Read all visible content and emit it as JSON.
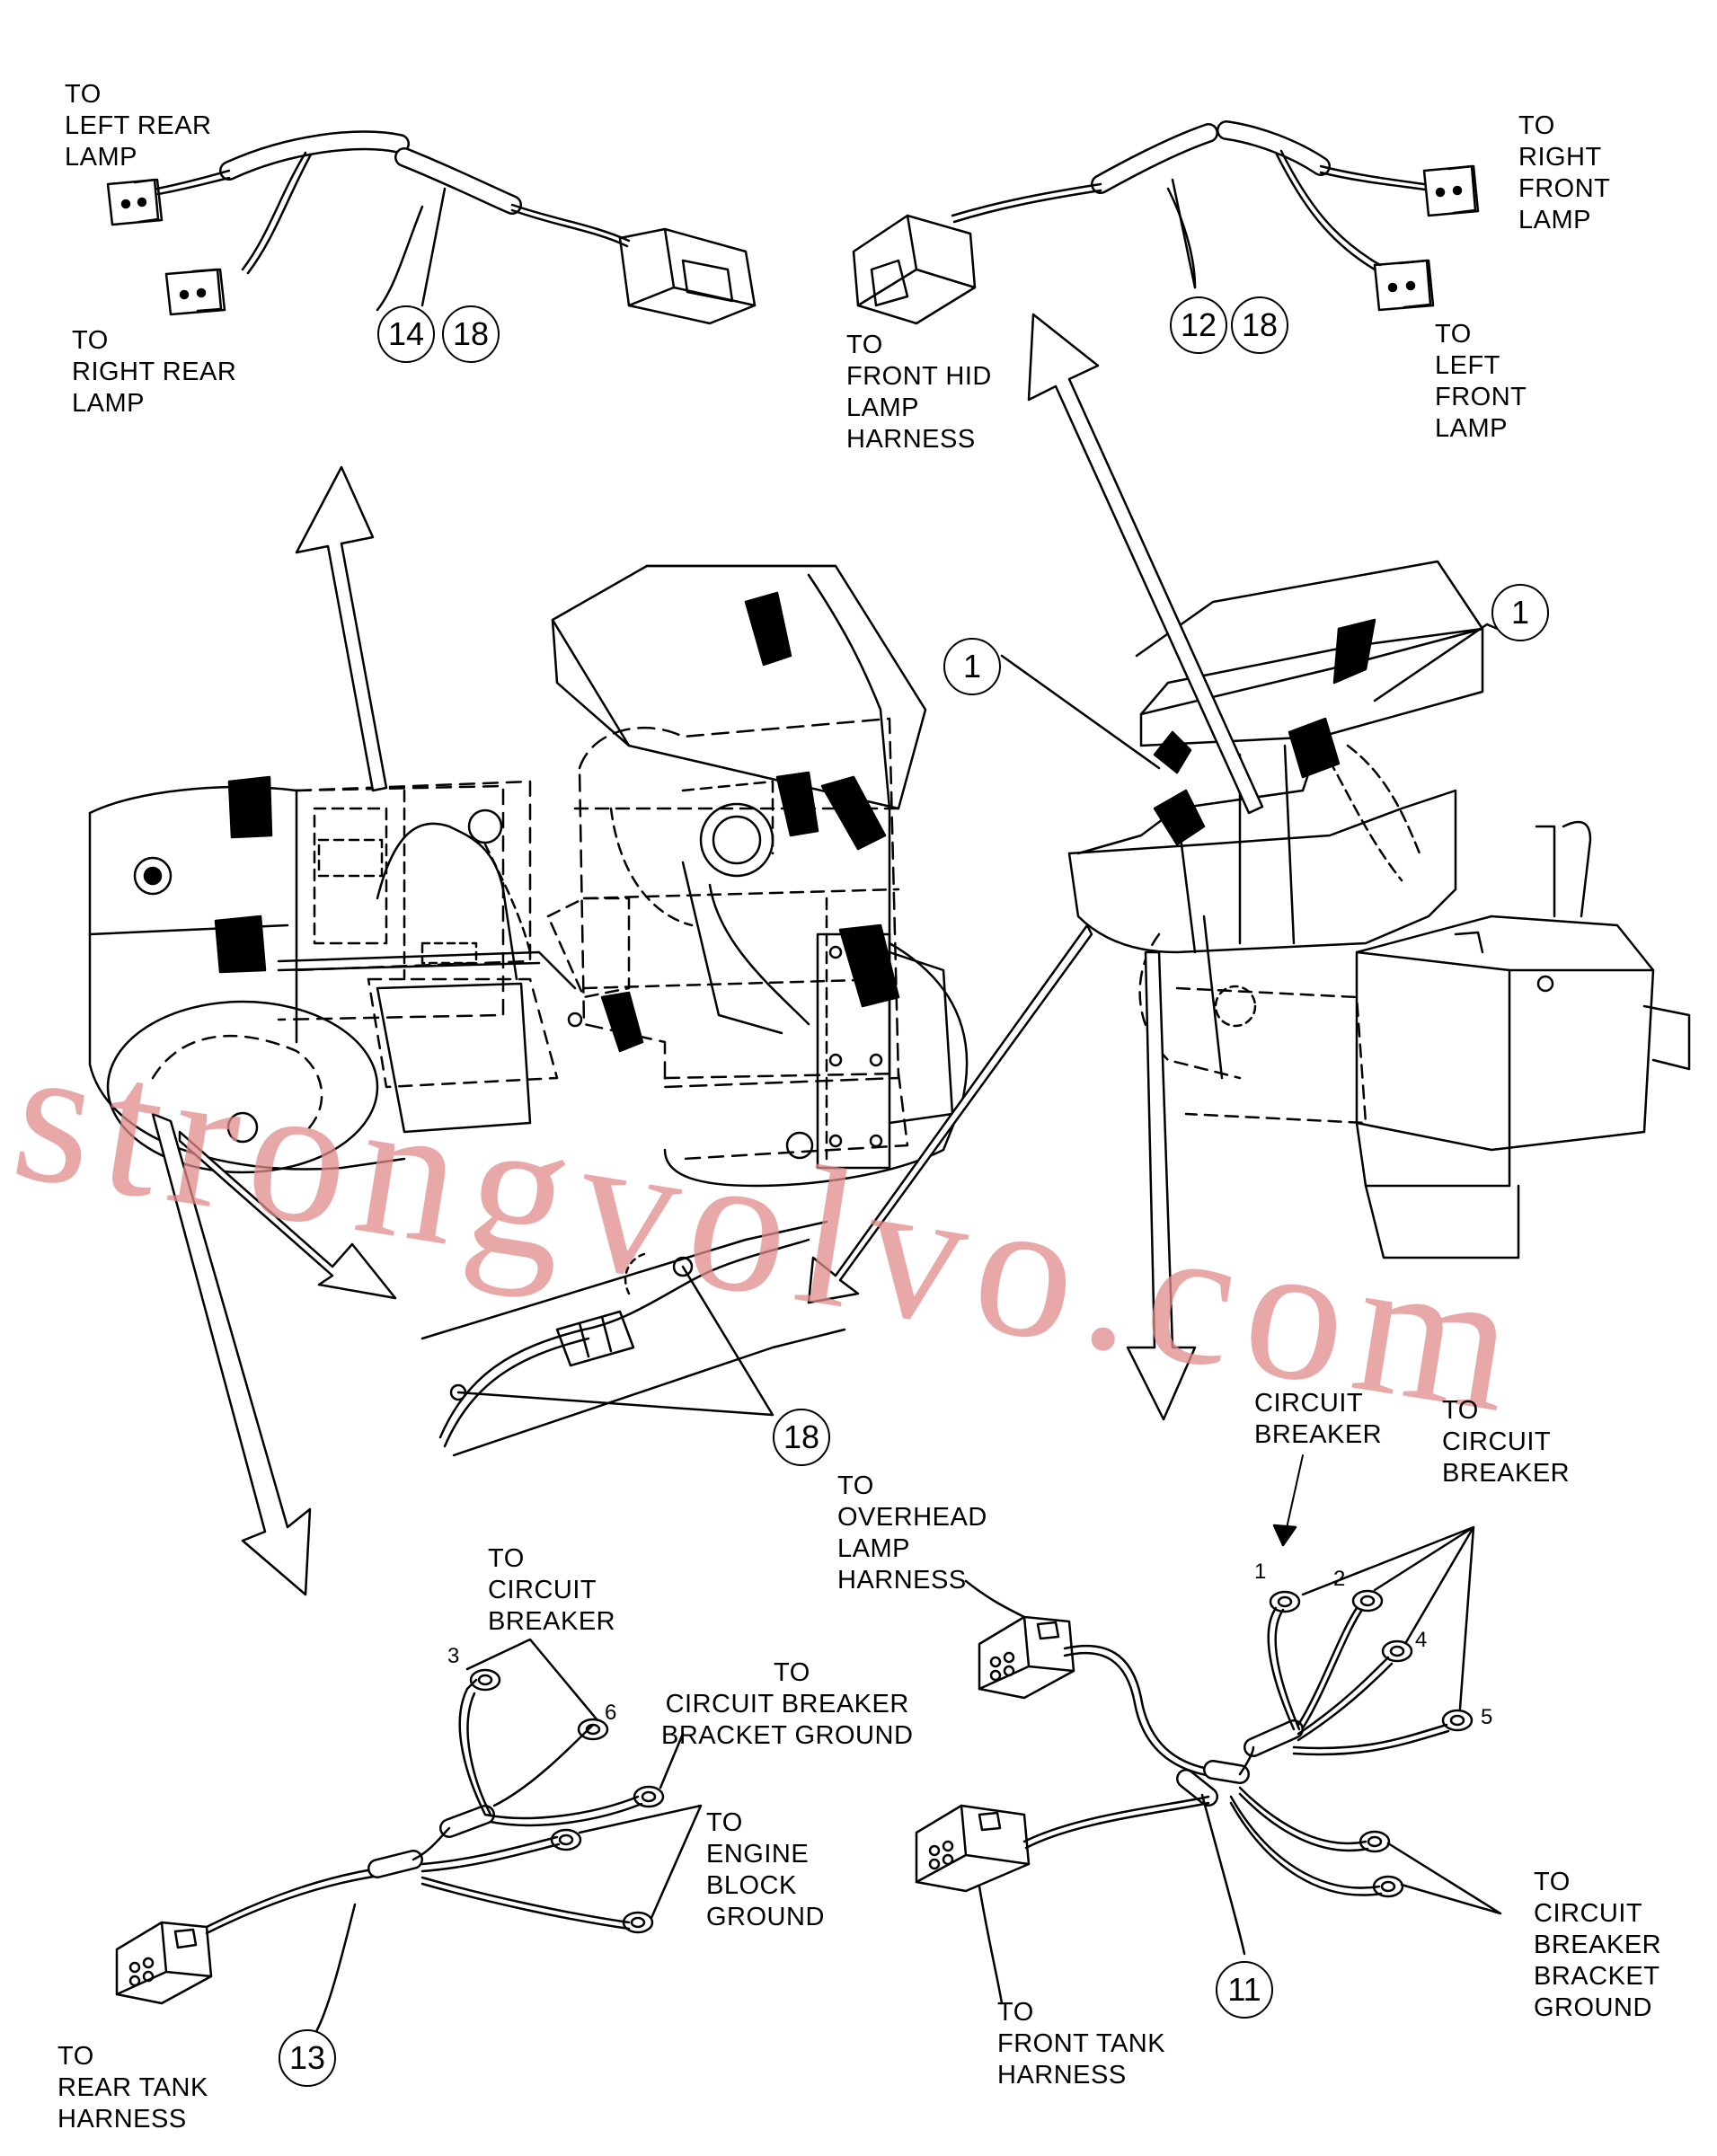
{
  "labels": {
    "left_rear": [
      "TO",
      "LEFT REAR",
      "LAMP"
    ],
    "right_rear": [
      "TO",
      "RIGHT REAR",
      "LAMP"
    ],
    "front_hid": [
      "TO",
      "FRONT HID",
      "LAMP",
      "HARNESS"
    ],
    "right_front": [
      "TO",
      "RIGHT",
      "FRONT",
      "LAMP"
    ],
    "left_front": [
      "TO",
      "LEFT",
      "FRONT",
      "LAMP"
    ],
    "cb_13": [
      "TO",
      "CIRCUIT",
      "BREAKER"
    ],
    "cb_bracket_13": [
      "TO",
      "CIRCUIT BREAKER",
      "BRACKET GROUND"
    ],
    "engine_block": [
      "TO",
      "ENGINE",
      "BLOCK",
      "GROUND"
    ],
    "rear_tank": [
      "TO",
      "REAR TANK",
      "HARNESS"
    ],
    "overhead": [
      "TO",
      "OVERHEAD",
      "LAMP",
      "HARNESS"
    ],
    "circuit_breaker": [
      "CIRCUIT",
      "BREAKER"
    ],
    "cb_11": [
      "TO",
      "CIRCUIT",
      "BREAKER"
    ],
    "cb_bracket_11": [
      "TO",
      "CIRCUIT",
      "BREAKER",
      "BRACKET",
      "GROUND"
    ],
    "front_tank": [
      "TO",
      "FRONT TANK",
      "HARNESS"
    ]
  },
  "callouts": {
    "c14": "14",
    "c18a": "18",
    "c12": "12",
    "c18b": "18",
    "c1a": "1",
    "c1b": "1",
    "c18c": "18",
    "c13": "13",
    "c11": "11"
  },
  "pins": {
    "p3": "3",
    "p6": "6",
    "p1": "1",
    "p2": "2",
    "p4": "4",
    "p5": "5"
  },
  "watermark": "strongvolvo.com"
}
